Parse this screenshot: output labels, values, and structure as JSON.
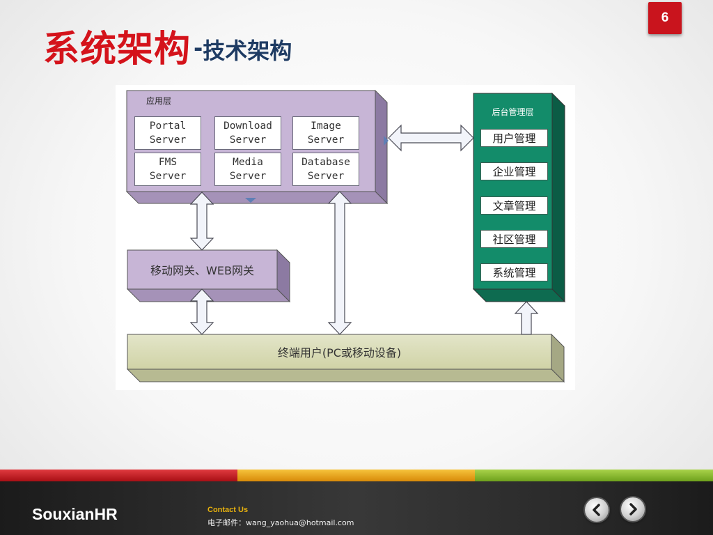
{
  "slide": {
    "page_number": "6",
    "title_main": "系统架构",
    "title_sep": "-",
    "title_sub": "技术架构"
  },
  "diagram": {
    "app_layer": {
      "label": "应用层",
      "servers": [
        {
          "line1": "Portal",
          "line2": "Server"
        },
        {
          "line1": "Download",
          "line2": "Server"
        },
        {
          "line1": "Image",
          "line2": "Server"
        },
        {
          "line1": "FMS",
          "line2": "Server"
        },
        {
          "line1": "Media",
          "line2": "Server"
        },
        {
          "line1": "Database",
          "line2": "Server"
        }
      ]
    },
    "gateway": {
      "label": "移动网关、WEB网关"
    },
    "terminal": {
      "label": "终端用户(PC或移动设备)"
    },
    "backend": {
      "label": "后台管理层",
      "items": [
        "用户管理",
        "企业管理",
        "文章管理",
        "社区管理",
        "系统管理"
      ]
    },
    "colors": {
      "app_layer": "#c7b5d6",
      "gateway": "#c7b5d6",
      "terminal": "#d9dcb6",
      "backend": "#138c6a"
    }
  },
  "footer": {
    "brand": "SouxianHR",
    "contact_title": "Contact Us",
    "contact_line": "电子邮件：wang_yaohua@hotmail.com",
    "stripe_colors": [
      "#c4161c",
      "#e9a20d",
      "#8cbd27"
    ],
    "prev_icon": "chevron-left-icon",
    "next_icon": "chevron-right-icon"
  }
}
